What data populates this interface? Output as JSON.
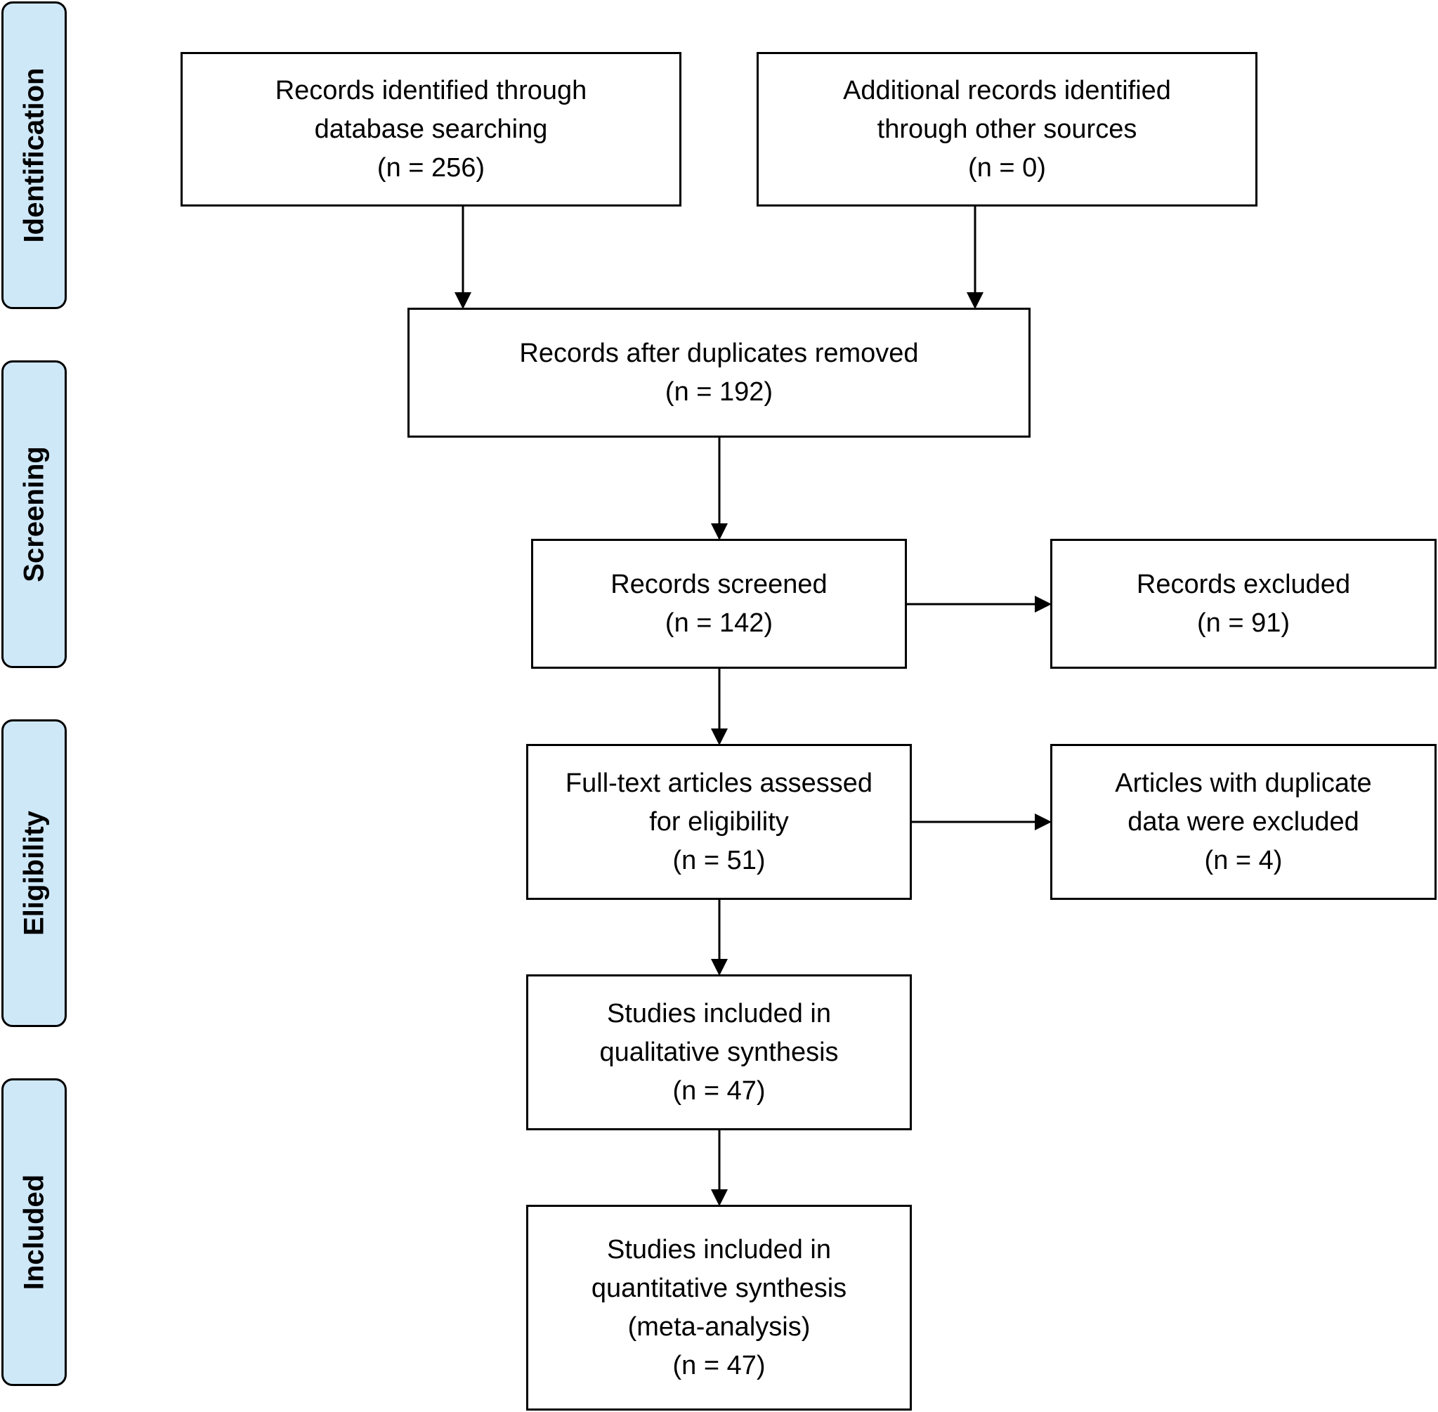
{
  "phases": {
    "identification": "Identification",
    "screening": "Screening",
    "eligibility": "Eligibility",
    "included": "Included"
  },
  "boxes": {
    "database_records": {
      "lines": [
        "Records identified through",
        "database searching"
      ],
      "count": "(n = 256)"
    },
    "other_sources": {
      "lines": [
        "Additional records identified",
        "through other sources"
      ],
      "count": "(n = 0)"
    },
    "after_duplicates": {
      "lines": [
        "Records after duplicates removed"
      ],
      "count": "(n = 192)"
    },
    "screened": {
      "lines": [
        "Records screened"
      ],
      "count": "(n = 142)"
    },
    "excluded": {
      "lines": [
        "Records excluded"
      ],
      "count": "(n = 91)"
    },
    "full_text": {
      "lines": [
        "Full-text articles assessed",
        "for eligibility"
      ],
      "count": "(n = 51)"
    },
    "duplicate_data": {
      "lines": [
        "Articles with duplicate",
        "data were excluded"
      ],
      "count": "(n = 4)"
    },
    "qualitative": {
      "lines": [
        "Studies included in",
        "qualitative synthesis"
      ],
      "count": "(n = 47)"
    },
    "quantitative": {
      "lines": [
        "Studies included in",
        "quantitative synthesis",
        "(meta-analysis)"
      ],
      "count": "(n = 47)"
    }
  },
  "colors": {
    "phase_fill": "#cfe8f8",
    "stroke": "#000000"
  }
}
